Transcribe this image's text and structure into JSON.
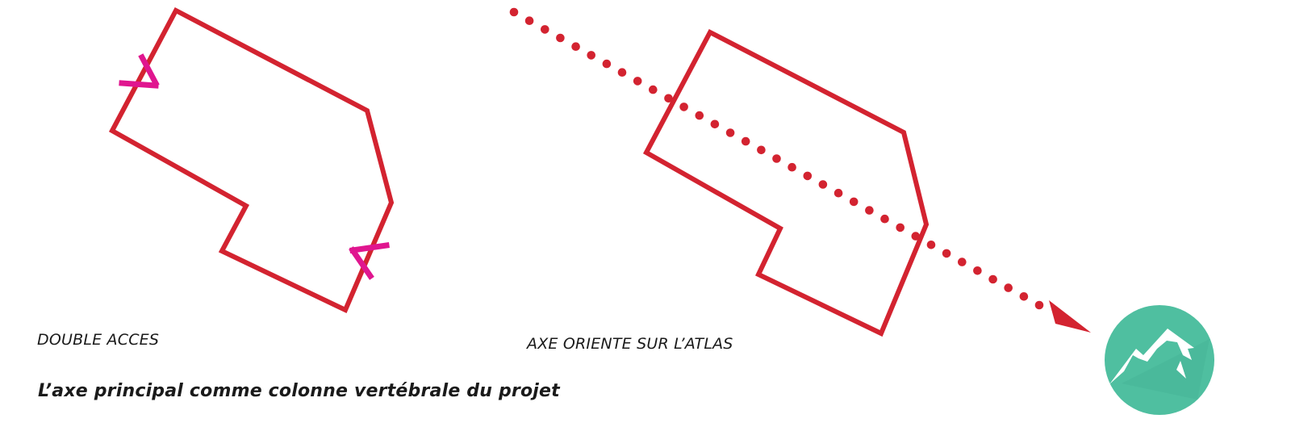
{
  "colors": {
    "outline": "#d32330",
    "access_marker": "#e0168f",
    "arrow": "#d32330",
    "badge": "#4fbfa0",
    "badge_shadow": "#3fae8f",
    "icon": "#ffffff"
  },
  "labels": {
    "double_access": "DOUBLE ACCES",
    "axis": "AXE ORIENTE SUR L’ATLAS"
  },
  "caption": "L’axe principal comme colonne vertébrale du projet",
  "icons": {
    "badge": "mountain-icon",
    "axis_head": "arrowhead-icon",
    "access": "access-mark-icon"
  }
}
